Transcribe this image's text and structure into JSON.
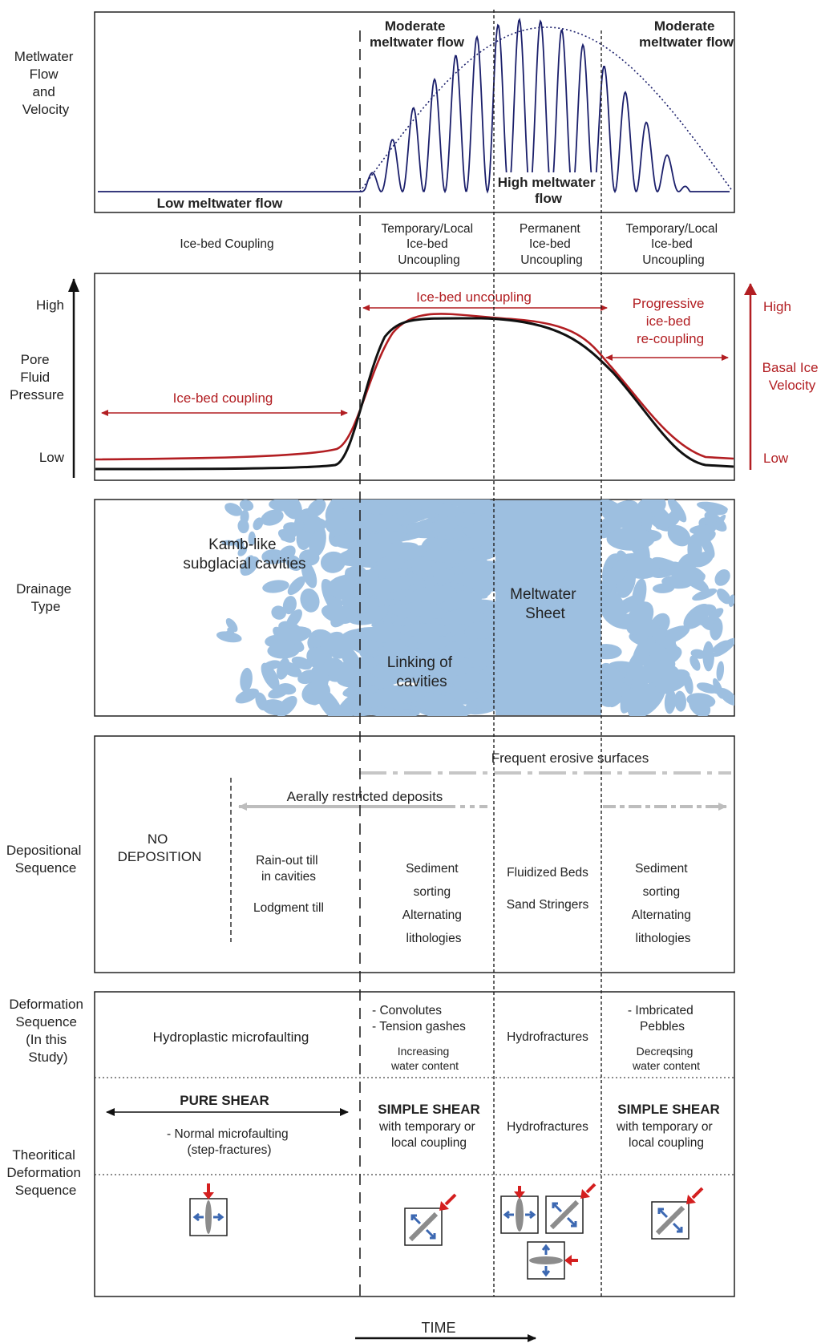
{
  "left_labels": {
    "meltwater": [
      "Metlwater",
      "Flow",
      "and",
      "Velocity"
    ],
    "pore": [
      "Pore",
      "Fluid",
      "Pressure"
    ],
    "pore_high": "High",
    "pore_low": "Low",
    "drainage": [
      "Drainage",
      "Type"
    ],
    "depositional": [
      "Depositional",
      "Sequence"
    ],
    "deformation": [
      "Deformation",
      "Sequence",
      "(In this",
      "Study)"
    ],
    "theoretical": [
      "Theoritical",
      "Deformation",
      "Sequence"
    ]
  },
  "panel1": {
    "moderate_left": [
      "Moderate",
      "meltwater flow"
    ],
    "moderate_right": [
      "Moderate",
      "meltwater flow"
    ],
    "high": [
      "High meltwater",
      "flow"
    ],
    "low": "Low meltwater flow"
  },
  "phases": {
    "coupling": "Ice-bed Coupling",
    "temp_left": [
      "Temporary/Local",
      "Ice-bed",
      "Uncoupling"
    ],
    "permanent": [
      "Permanent",
      "Ice-bed",
      "Uncoupling"
    ],
    "temp_right": [
      "Temporary/Local",
      "Ice-bed",
      "Uncoupling"
    ]
  },
  "panel2": {
    "uncoupling": "Ice-bed uncoupling",
    "coupling": "Ice-bed coupling",
    "recoupling": [
      "Progressive",
      "ice-bed",
      "re-coupling"
    ],
    "right_high": "High",
    "right_label": [
      "Basal Ice",
      "Velocity"
    ],
    "right_low": "Low",
    "colors": {
      "pressure": "#111111",
      "velocity": "#b21e22",
      "water": "#9dbfe0"
    }
  },
  "panel3": {
    "kamb": [
      "Kamb-like",
      "subglacial cavities"
    ],
    "sheet": [
      "Meltwater",
      "Sheet"
    ],
    "linking": [
      "Linking of",
      "cavities"
    ]
  },
  "panel4": {
    "erosive": "Frequent erosive surfaces",
    "aerally": "Aerally restricted deposits",
    "no_dep": [
      "NO",
      "DEPOSITION"
    ],
    "rainout": [
      "Rain-out till",
      "in cavities"
    ],
    "lodgment": "Lodgment till",
    "sorting_left": [
      "Sediment",
      "sorting",
      "Alternating",
      "lithologies"
    ],
    "fluidized": "Fluidized Beds",
    "stringers": "Sand Stringers",
    "sorting_right": [
      "Sediment",
      "sorting",
      "Alternating",
      "lithologies"
    ]
  },
  "panel5": {
    "hydroplastic": "Hydroplastic microfaulting",
    "convolutes": [
      "- Convolutes",
      "- Tension gashes"
    ],
    "increasing": [
      "Increasing",
      "water content"
    ],
    "hydrofractures": "Hydrofractures",
    "imbricated": [
      "- Imbricated",
      "Pebbles"
    ],
    "decreasing": [
      "Decreqsing",
      "water content"
    ],
    "pure_shear": "PURE SHEAR",
    "normal": [
      "- Normal microfaulting",
      "(step-fractures)"
    ],
    "simple_shear_left": "SIMPLE SHEAR",
    "simple_left_sub": [
      "with temporary or",
      "local coupling"
    ],
    "hydrofractures2": "Hydrofractures",
    "simple_shear_right": "SIMPLE SHEAR",
    "simple_right_sub": [
      "with temporary or",
      "local coupling"
    ]
  },
  "time": "TIME"
}
